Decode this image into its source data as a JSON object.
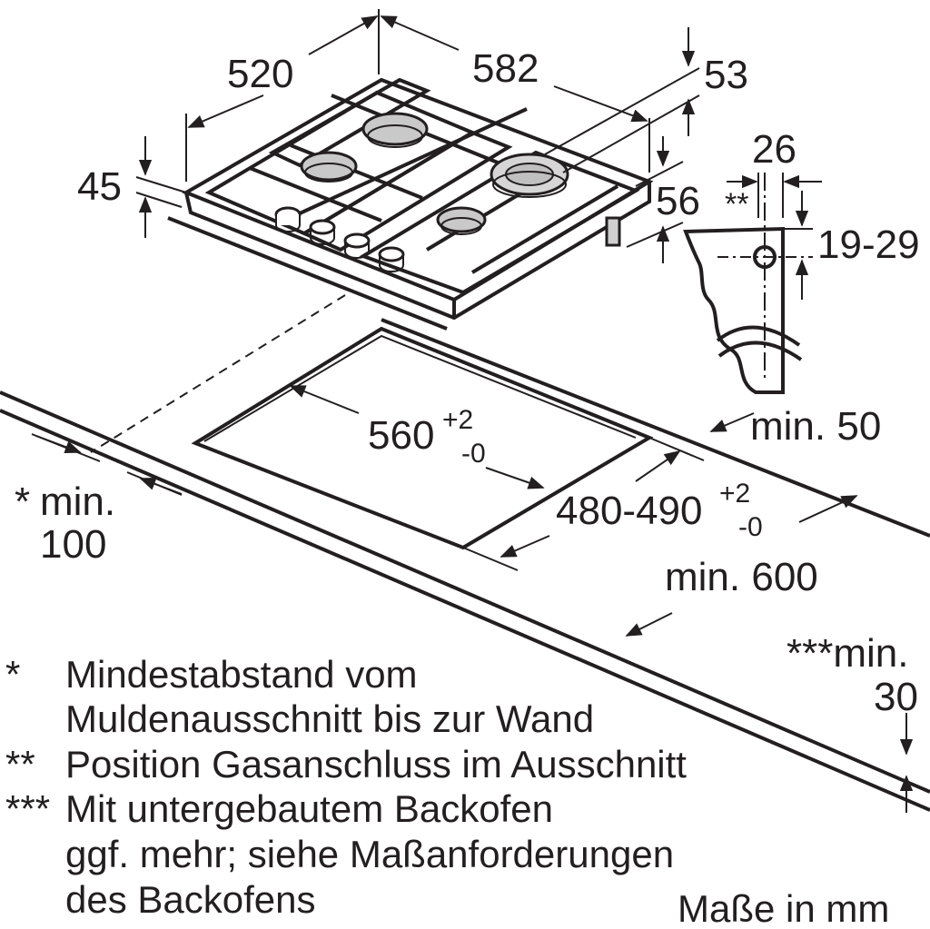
{
  "dimensions": {
    "width_520": "520",
    "width_582": "582",
    "height_45": "45",
    "depth_53": "53",
    "depth_56": "56",
    "pos_26": "26",
    "pos_stars": "**",
    "range_19_29": "19-29",
    "min_50": "min. 50",
    "cutout_560": "560",
    "cutout_560_tol_plus": "+2",
    "cutout_560_tol_minus": "-0",
    "cutout_480_490": "480-490",
    "cutout_480_tol_plus": "+2",
    "cutout_480_tol_minus": "-0",
    "min_600": "min. 600",
    "min_100_star": "*",
    "min_100_label": "min.",
    "min_100_value": "100",
    "min_30_label": "***min.",
    "min_30_value": "30"
  },
  "notes": [
    {
      "marker": "*",
      "lines": [
        "Mindestabstand vom",
        "Muldenausschnitt bis zur Wand"
      ]
    },
    {
      "marker": "**",
      "lines": [
        "Position Gasanschluss im Ausschnitt"
      ]
    },
    {
      "marker": "***",
      "lines": [
        "Mit untergebautem Backofen",
        "ggf. mehr; siehe Maßanforderungen",
        "des Backofens"
      ]
    }
  ],
  "units": "Maße in mm"
}
